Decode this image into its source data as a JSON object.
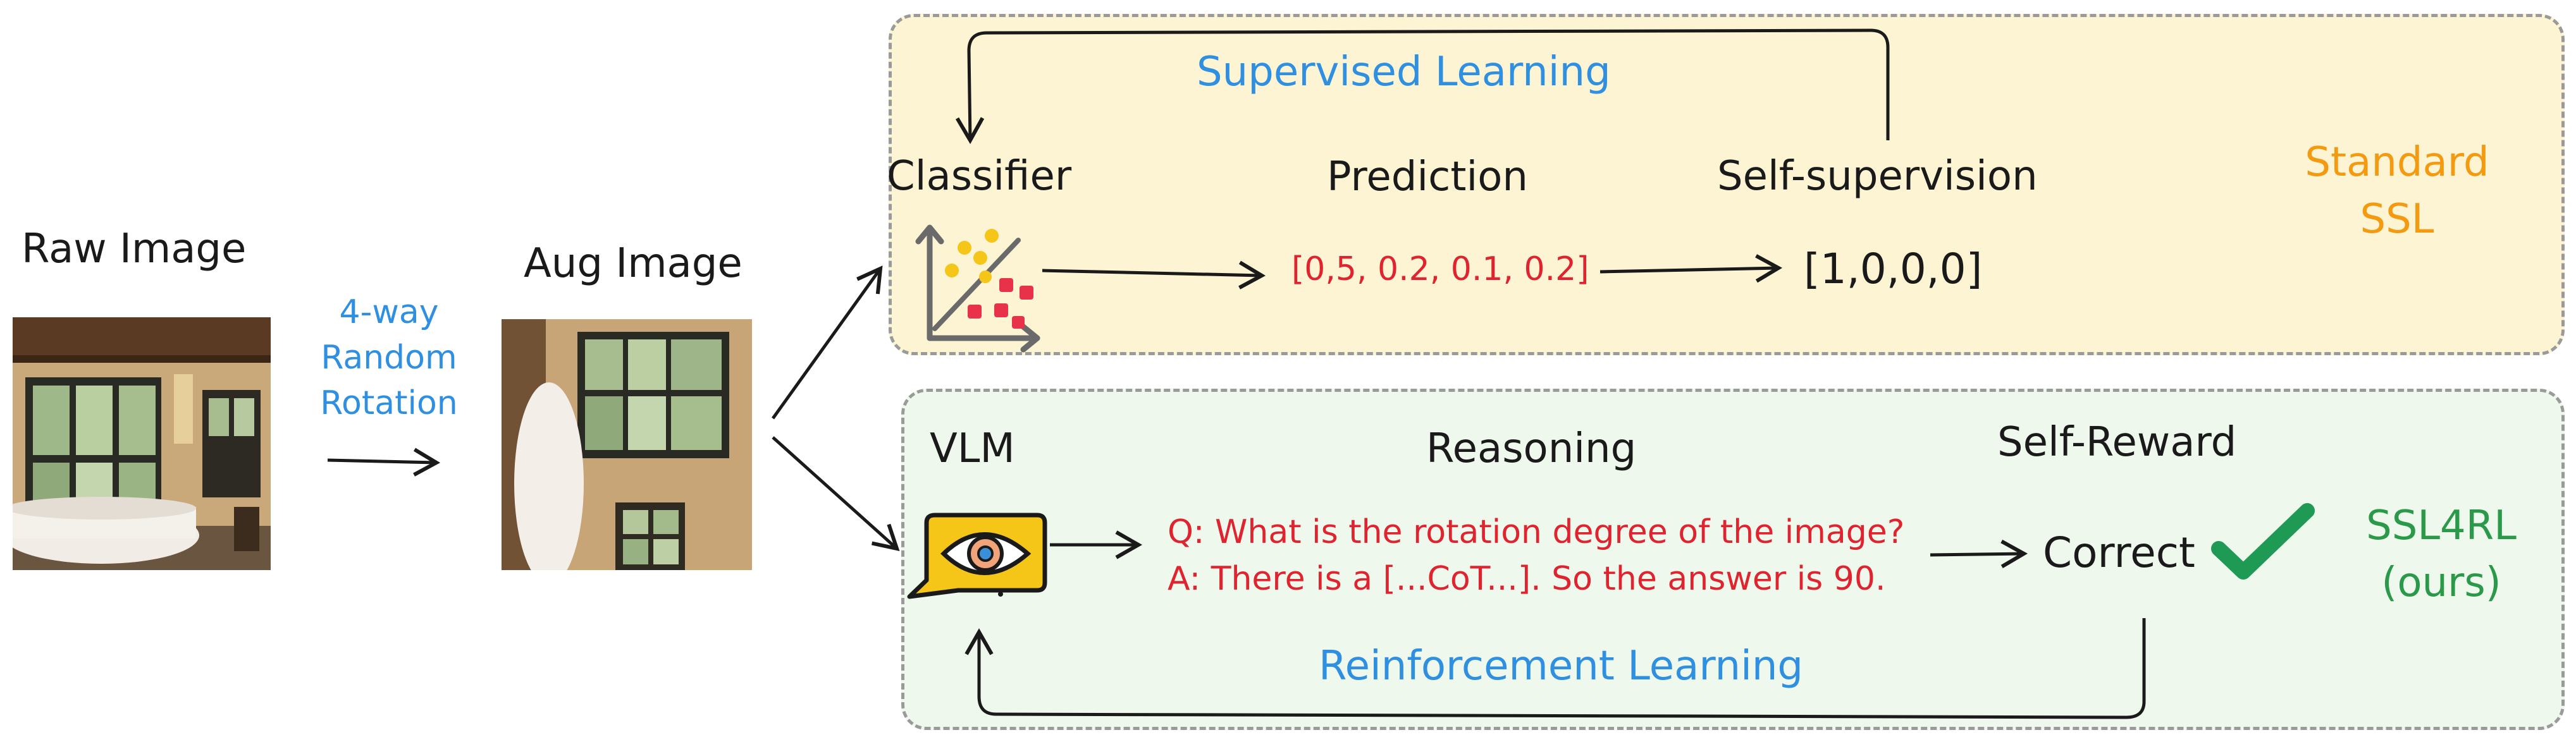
{
  "left": {
    "raw_image_label": "Raw Image",
    "transform_label": [
      "4-way",
      "Random",
      "Rotation"
    ],
    "aug_image_label": "Aug Image"
  },
  "ssl_panel": {
    "loop_label": "Supervised Learning",
    "classifier_label": "Classifier",
    "prediction_label": "Prediction",
    "self_supervision_label": "Self-supervision",
    "prediction_value": "[0,5, 0.2, 0.1, 0.2]",
    "target_value": "[1,0,0,0]",
    "tag": [
      "Standard",
      "SSL"
    ]
  },
  "rl_panel": {
    "vlm_label": "VLM",
    "reasoning_label": "Reasoning",
    "self_reward_label": "Self-Reward",
    "question": "Q: What is the rotation degree of the image?",
    "answer": "A: There is a [...CoT...]. So the answer is 90.",
    "correct_label": "Correct",
    "loop_label": "Reinforcement Learning",
    "tag": [
      "SSL4RL",
      "(ours)"
    ]
  },
  "colors": {
    "blue": "#2f8fe0",
    "red": "#e0242f",
    "orange": "#f39a10",
    "green": "#2a9a4a",
    "ssl_panel_bg": "#fdf4d3",
    "rl_panel_bg": "#eef8ec"
  },
  "icons": {
    "classifier": "scatter-classifier-icon",
    "vlm": "eye-chat-icon",
    "check": "checkmark-icon"
  }
}
